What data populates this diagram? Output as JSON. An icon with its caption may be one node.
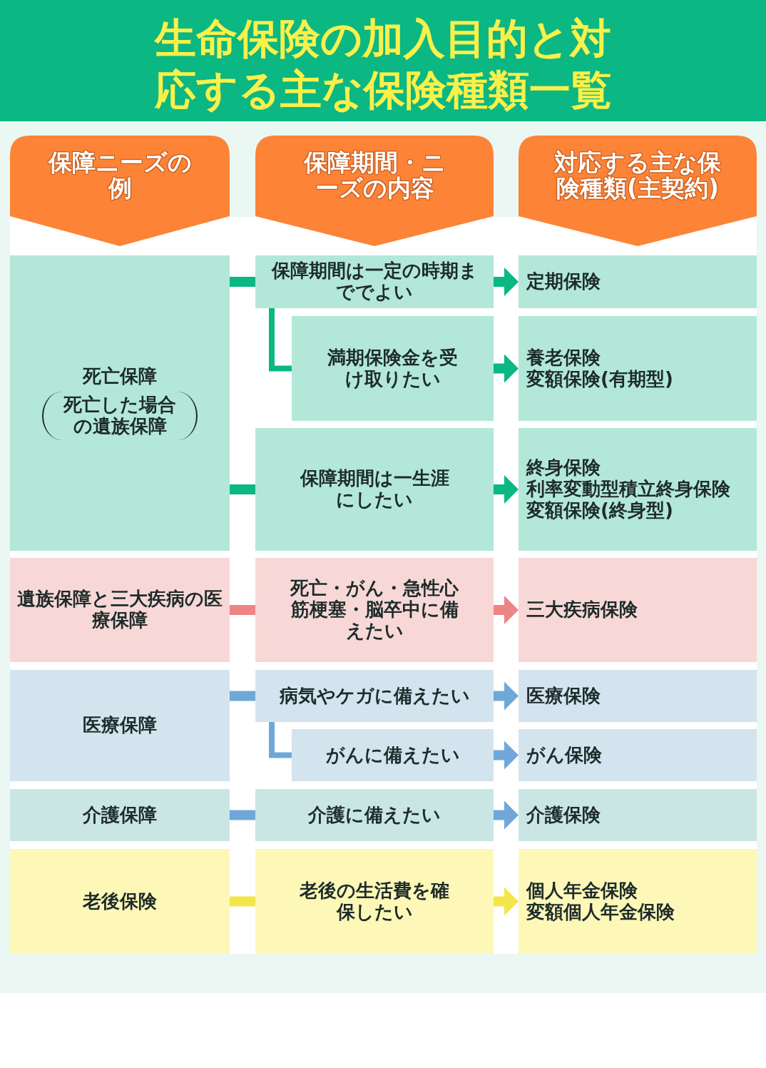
{
  "diagram": {
    "title": "生命保険の加入目的と対応する主な保険種類一覧",
    "nodes": [
      {
        "text": [
          "保障ニーズの例"
        ]
      },
      {
        "text": [
          "保障期間・ニーズの内容"
        ]
      },
      {
        "text": [
          "対応する主な保険種類(主契約)"
        ]
      },
      {
        "text": [
          "死亡保障",
          "死亡した場合の遺族保障"
        ]
      },
      {
        "text": [
          "保障期間は一定の時期まででよい"
        ]
      },
      {
        "text": [
          "定期保険"
        ]
      },
      {
        "text": [
          "満期保険金を受け取りたい"
        ]
      },
      {
        "text": [
          "養老保険",
          "変額保険(有期型)"
        ]
      },
      {
        "text": [
          "保障期間は一生涯にしたい"
        ]
      },
      {
        "text": [
          "終身保険",
          "利率変動型積立終身保険",
          "変額保険(終身型)"
        ]
      },
      {
        "text": [
          "遺族保障と三大疾病の医療保障"
        ]
      },
      {
        "text": [
          "死亡・がん・急性心筋梗塞・脳卒中に備えたい"
        ]
      },
      {
        "text": [
          "三大疾病保険"
        ]
      },
      {
        "text": [
          "医療保障"
        ]
      },
      {
        "text": [
          "病気やケガに備えたい"
        ]
      },
      {
        "text": [
          "医療保険"
        ]
      },
      {
        "text": [
          "がんに備えたい"
        ]
      },
      {
        "text": [
          "がん保険"
        ]
      },
      {
        "text": [
          "介護保障"
        ]
      },
      {
        "text": [
          "介護に備えたい"
        ]
      },
      {
        "text": [
          "介護保険"
        ]
      },
      {
        "text": [
          "老後保険"
        ]
      },
      {
        "text": [
          "老後の生活費を確保したい"
        ]
      },
      {
        "text": [
          "個人年金保険",
          "変額個人年金保険"
        ]
      }
    ],
    "edges": [
      {
        "from": 3,
        "to": 4,
        "arrow": "none",
        "color": "#0bb783"
      },
      {
        "from": 4,
        "to": 5,
        "arrow": "to",
        "color": "#0bb783"
      },
      {
        "from": 4,
        "to": 6,
        "arrow": "none",
        "color": "#0bb783"
      },
      {
        "from": 6,
        "to": 7,
        "arrow": "to",
        "color": "#0bb783"
      },
      {
        "from": 3,
        "to": 8,
        "arrow": "none",
        "color": "#0bb783"
      },
      {
        "from": 8,
        "to": 9,
        "arrow": "to",
        "color": "#0bb783"
      },
      {
        "from": 10,
        "to": 11,
        "arrow": "none",
        "color": "#ee8585"
      },
      {
        "from": 11,
        "to": 12,
        "arrow": "to",
        "color": "#ee8585"
      },
      {
        "from": 13,
        "to": 14,
        "arrow": "none",
        "color": "#6fa8d8"
      },
      {
        "from": 14,
        "to": 15,
        "arrow": "to",
        "color": "#6fa8d8"
      },
      {
        "from": 14,
        "to": 16,
        "arrow": "none",
        "color": "#6fa8d8"
      },
      {
        "from": 16,
        "to": 17,
        "arrow": "to",
        "color": "#6fa8d8"
      },
      {
        "from": 18,
        "to": 19,
        "arrow": "none",
        "color": "#6fa8d8"
      },
      {
        "from": 19,
        "to": 20,
        "arrow": "to",
        "color": "#6fa8d8"
      },
      {
        "from": 21,
        "to": 22,
        "arrow": "none",
        "color": "#f2e64a"
      },
      {
        "from": 22,
        "to": 23,
        "arrow": "to",
        "color": "#f2e64a"
      }
    ]
  }
}
